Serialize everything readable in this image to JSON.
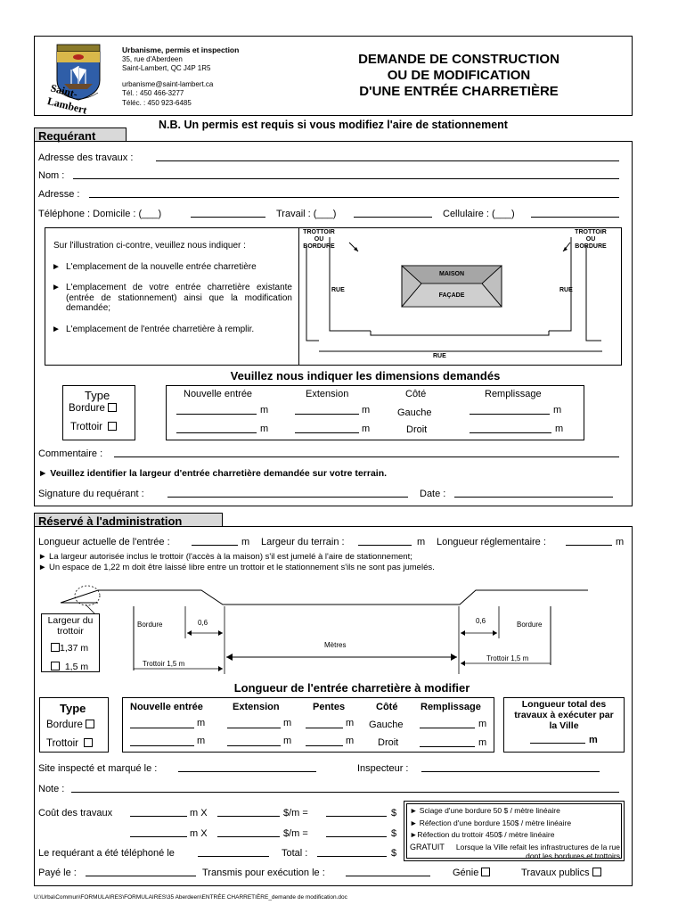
{
  "header": {
    "dept": "Urbanisme, permis et inspection",
    "addr1": "35, rue d'Aberdeen",
    "addr2": "Saint-Lambert, QC  J4P 1R5",
    "email": "urbanisme@saint-lambert.ca",
    "tel": "Tél. : 450 466-3277",
    "fax": "Téléc. : 450 923-6485",
    "logo_text": "Saint-Lambert",
    "title1": "DEMANDE DE CONSTRUCTION",
    "title2": "OU DE MODIFICATION",
    "title3": "D'UNE ENTRÉE CHARRETIÈRE"
  },
  "nb": "N.B. Un permis est requis si vous modifiez l'aire de stationnement",
  "requerant": {
    "tab": "Requérant",
    "adresse_travaux": "Adresse des travaux :",
    "nom": "Nom :",
    "adresse": "Adresse :",
    "tel_domicile": "Téléphone : Domicile : (___)",
    "travail": "Travail : (___)",
    "cellulaire": "Cellulaire : (___)",
    "instr_intro": "Sur l'illustration ci-contre, veuillez nous indiquer :",
    "instr_items": [
      "L'emplacement de la nouvelle entrée charretière",
      "L'emplacement de votre entrée charretière existante (entrée de stationnement) ainsi que la modification demandée;",
      "L'emplacement de l'entrée charretière à remplir."
    ],
    "ill_trottoir": "TROTTOIR",
    "ill_ou": "OU",
    "ill_bordure": "BORDURE",
    "ill_rue": "RUE",
    "ill_maison": "MAISON",
    "ill_facade": "FAÇADE"
  },
  "dims": {
    "title": "Veuillez nous indiquer les dimensions demandés",
    "type": "Type",
    "bordure": "Bordure",
    "trottoir": "Trottoir",
    "nouvelle": "Nouvelle entrée",
    "extension": "Extension",
    "cote": "Côté",
    "remplissage": "Remplissage",
    "m": "m",
    "gauche": "Gauche",
    "droit": "Droit"
  },
  "commentaire": "Commentaire :",
  "identify": "► Veuillez identifier la largeur d'entrée charretière demandée sur votre terrain.",
  "signature": "Signature du requérant :",
  "date": "Date :",
  "admin": {
    "tab": "Réservé à l'administration",
    "longueur_actuelle": "Longueur actuelle de l'entrée :",
    "largeur_terrain": "Largeur du terrain :",
    "longueur_regl": "Longueur réglementaire :",
    "m": "m",
    "note1": "► La largeur autorisée inclus le trottoir (l'accès à la maison) s'il est jumelé à l'aire de stationnement;",
    "note2": "► Un espace de 1,22 m doit être laissé libre entre un trottoir et le stationnement s'ils ne sont pas jumelés.",
    "largeur_trottoir": "Largeur du trottoir",
    "opt1": "1,37 m",
    "opt2": "1,5 m",
    "bordure": "Bordure",
    "v06": "0,6",
    "metres": "Mètres",
    "trottoir15": "Trottoir 1,5 m",
    "longueur_title": "Longueur de l'entrée charretière à modifier",
    "type": "Type",
    "trottoir": "Trottoir",
    "nouvelle": "Nouvelle entrée",
    "extension": "Extension",
    "pentes": "Pentes",
    "cote": "Côté",
    "remplissage": "Remplissage",
    "gauche": "Gauche",
    "droit": "Droit",
    "total_title": "Longueur total des travaux à exécuter par la Ville",
    "site": "Site inspecté et marqué le :",
    "inspecteur": "Inspecteur :",
    "note": "Note :",
    "cout": "Coût des travaux",
    "mx": "m  X",
    "parm": "$/m  =",
    "dollar": "$",
    "total": "Total :",
    "tel_done": "Le requérant a été téléphoné le",
    "paye": "Payé le :",
    "transmis": "Transmis pour exécution le :",
    "genie": "Génie",
    "travaux_publics": "Travaux publics",
    "tarifs": [
      "► Sciage d'une bordure 50 $ / mètre linéaire",
      "► Réfection d'une bordure 150$ / mètre linéaire",
      "►Réfection du trottoir 450$ / mètre linéaire"
    ],
    "gratuit": "GRATUIT",
    "gratuit_text": "Lorsque la Ville refait les infrastructures de la rue dont les bordures et trottoirs"
  },
  "footer": "U:\\Urba\\Commun\\FORMULAIRES\\FORMULAIRES\\35 Aberdeen\\ENTRÉE CHARRETIÈRE_demande de modification.doc"
}
